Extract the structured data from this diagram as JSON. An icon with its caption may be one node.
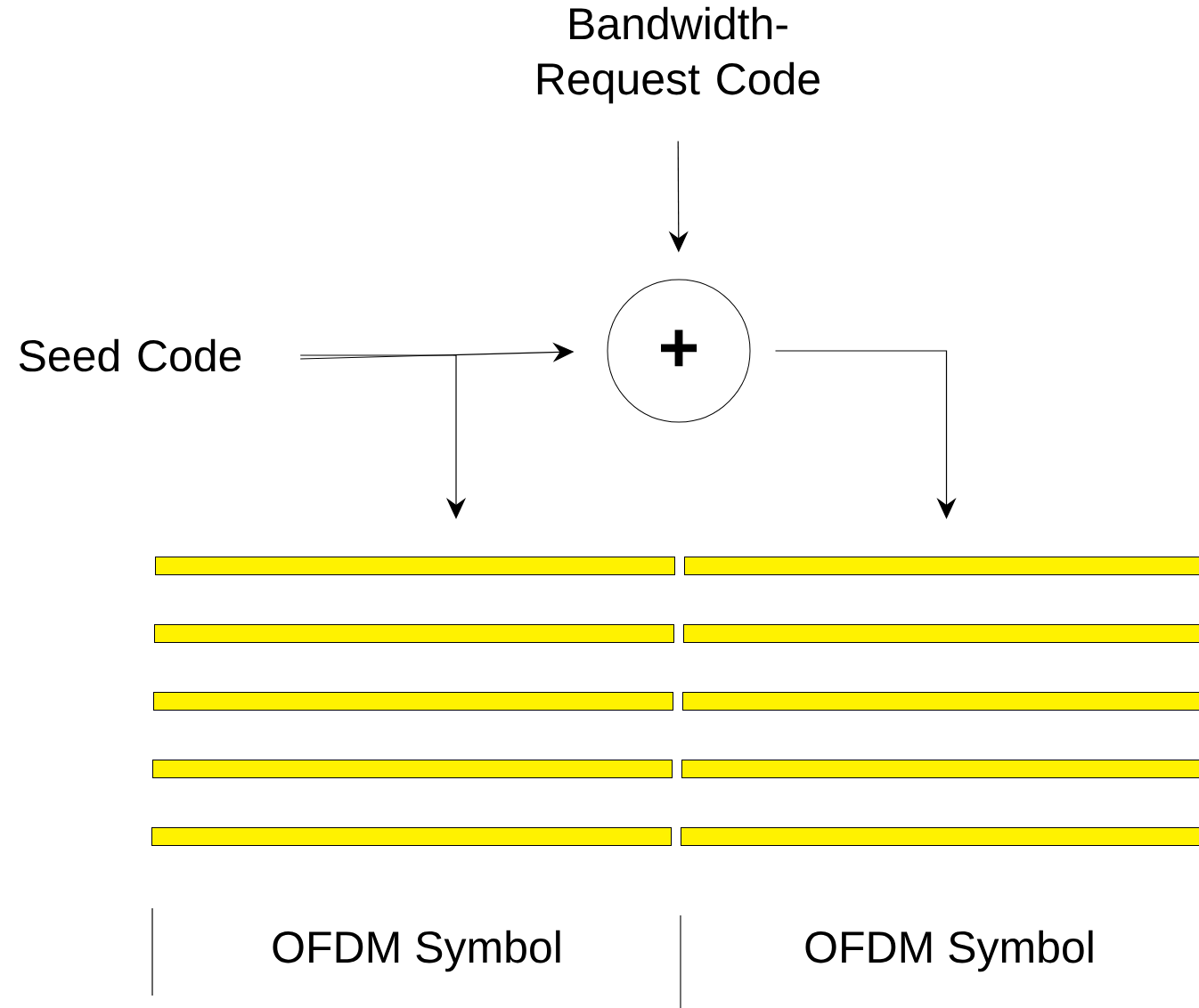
{
  "diagram": {
    "nodes": [
      {
        "text": [
          "Bandwidth-Request Code"
        ]
      },
      {
        "text": [
          "Seed Code"
        ]
      },
      {
        "text": [
          "+"
        ]
      },
      {
        "text": [],
        "shape": "bar"
      },
      {
        "text": [],
        "shape": "bar"
      },
      {
        "text": [],
        "shape": "bar"
      },
      {
        "text": [],
        "shape": "bar"
      },
      {
        "text": [],
        "shape": "bar"
      },
      {
        "text": [],
        "shape": "bar"
      },
      {
        "text": [],
        "shape": "bar"
      },
      {
        "text": [],
        "shape": "bar"
      },
      {
        "text": [],
        "shape": "bar"
      },
      {
        "text": [],
        "shape": "bar"
      }
    ],
    "edges": [
      {
        "from": 0,
        "to": 2,
        "arrow": "to"
      },
      {
        "from": 1,
        "to": 2,
        "arrow": "to"
      },
      {
        "from": 1,
        "to": 3,
        "arrow": "to"
      },
      {
        "from": 2,
        "to": 4,
        "arrow": "to"
      }
    ],
    "labels": [
      "OFDM Symbol",
      "OFDM Symbol"
    ]
  }
}
